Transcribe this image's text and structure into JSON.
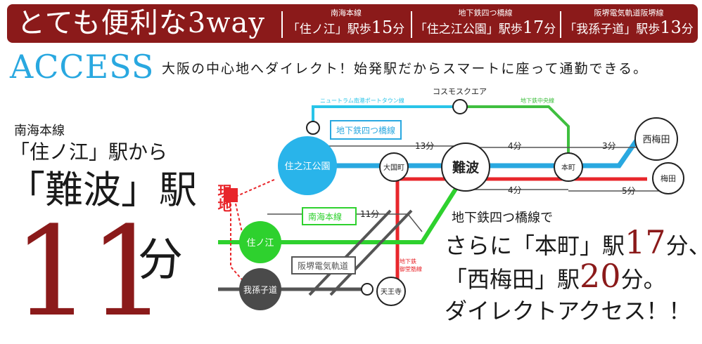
{
  "banner": {
    "title": "とても便利な3way",
    "routes": [
      {
        "line": "南海本線",
        "station": "「住ノ江」駅歩",
        "minutes": "15",
        "unit": "分"
      },
      {
        "line": "地下鉄四つ橋線",
        "station": "「住之江公園」駅歩",
        "minutes": "17",
        "unit": "分"
      },
      {
        "line": "阪堺電気軌道阪堺線",
        "station": "「我孫子道」駅歩",
        "minutes": "13",
        "unit": "分"
      }
    ]
  },
  "access": {
    "heading": "ACCESS",
    "description": "大阪の中心地へダイレクト！始発駅だからスマートに座って通勤できる。"
  },
  "left": {
    "line": "南海本線",
    "from": "「住ノ江」駅から",
    "destination": "「難波」駅",
    "minutes": "11",
    "unit": "分"
  },
  "map": {
    "current_location": "現地",
    "line_labels": {
      "newtram": "ニュートラム南港ポートタウン線",
      "chuo": "地下鉄中央線",
      "yotsubashi": "地下鉄四つ橋線",
      "nankai": "南海本線",
      "hankai": "阪堺電気軌道",
      "midosuji": "地下鉄\n御堂筋線"
    },
    "stations": {
      "cosmo": "コスモスクエア",
      "suminoe_koen": "住之江公園",
      "suminoe": "住ノ江",
      "abikomichi": "我孫子道",
      "daikokucho": "大国町",
      "namba": "難波",
      "honmachi": "本町",
      "nishi_umeda": "西梅田",
      "umeda": "梅田",
      "tennoji": "天王寺"
    },
    "times": {
      "to_namba_yotsubashi": "13分",
      "to_namba_nankai": "11分",
      "namba_honmachi_upper": "4分",
      "namba_honmachi_lower": "4分",
      "honmachi_nishiumeda": "3分",
      "honmachi_umeda": "5分"
    },
    "colors": {
      "newtram": "#29c4e8",
      "chuo": "#3fbf3f",
      "yotsubashi": "#29a8e0",
      "midosuji": "#e8262b",
      "nankai": "#2ed12e",
      "hankai": "#555555",
      "brand": "#8b1a1a"
    }
  },
  "right": {
    "line1": "地下鉄四つ橋線で",
    "line2_a": "さらに「本町」駅",
    "line2_num": "17",
    "line2_b": "分、",
    "line3_a": "「西梅田」駅",
    "line3_num": "20",
    "line3_b": "分。",
    "line4": "ダイレクトアクセス！！"
  }
}
